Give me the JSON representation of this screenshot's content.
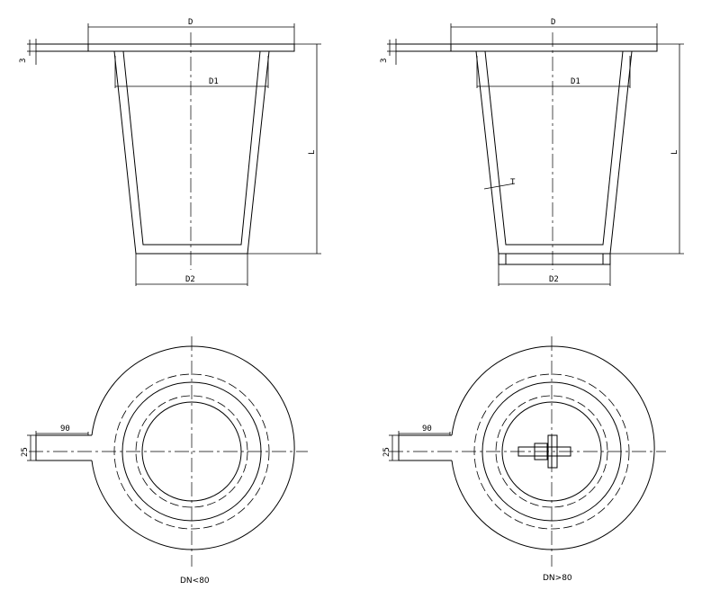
{
  "labels": {
    "d": "D",
    "d1": "D1",
    "d2": "D2",
    "l": "L",
    "t": "T",
    "three": "3",
    "ninety": "90",
    "twentyfive": "25"
  },
  "captions": {
    "left": "DN<80",
    "right": "DN>80"
  }
}
